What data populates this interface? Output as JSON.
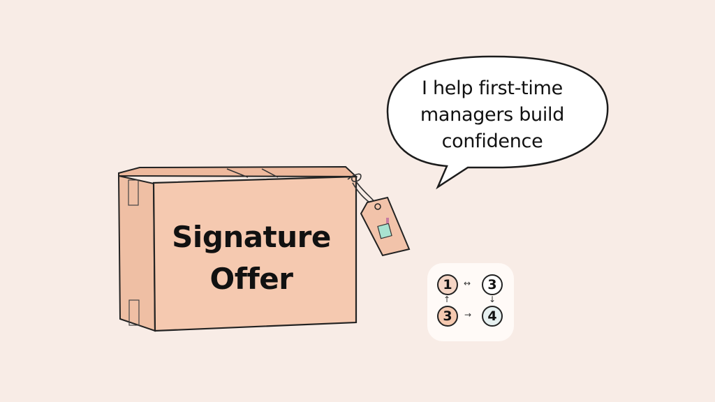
{
  "speech_bubble": {
    "lines": [
      "I help first-time",
      "managers build",
      "confidence"
    ]
  },
  "box": {
    "label_lines": [
      "Signature",
      "Offer"
    ],
    "fill_color": "#f5c9b0",
    "tag_icon": "gift-icon"
  },
  "flow_diagram": {
    "nodes": [
      {
        "label": "1",
        "fill": "#f5d5c5"
      },
      {
        "label": "3",
        "fill": "#ffffff"
      },
      {
        "label": "3",
        "fill": "#f5c9b0"
      },
      {
        "label": "4",
        "fill": "#e6f0f0"
      }
    ],
    "arrows": {
      "top": "↔",
      "left": "↑",
      "right": "↓",
      "bottom": "→"
    }
  },
  "colors": {
    "background": "#f8ece6",
    "outline": "#222222"
  }
}
